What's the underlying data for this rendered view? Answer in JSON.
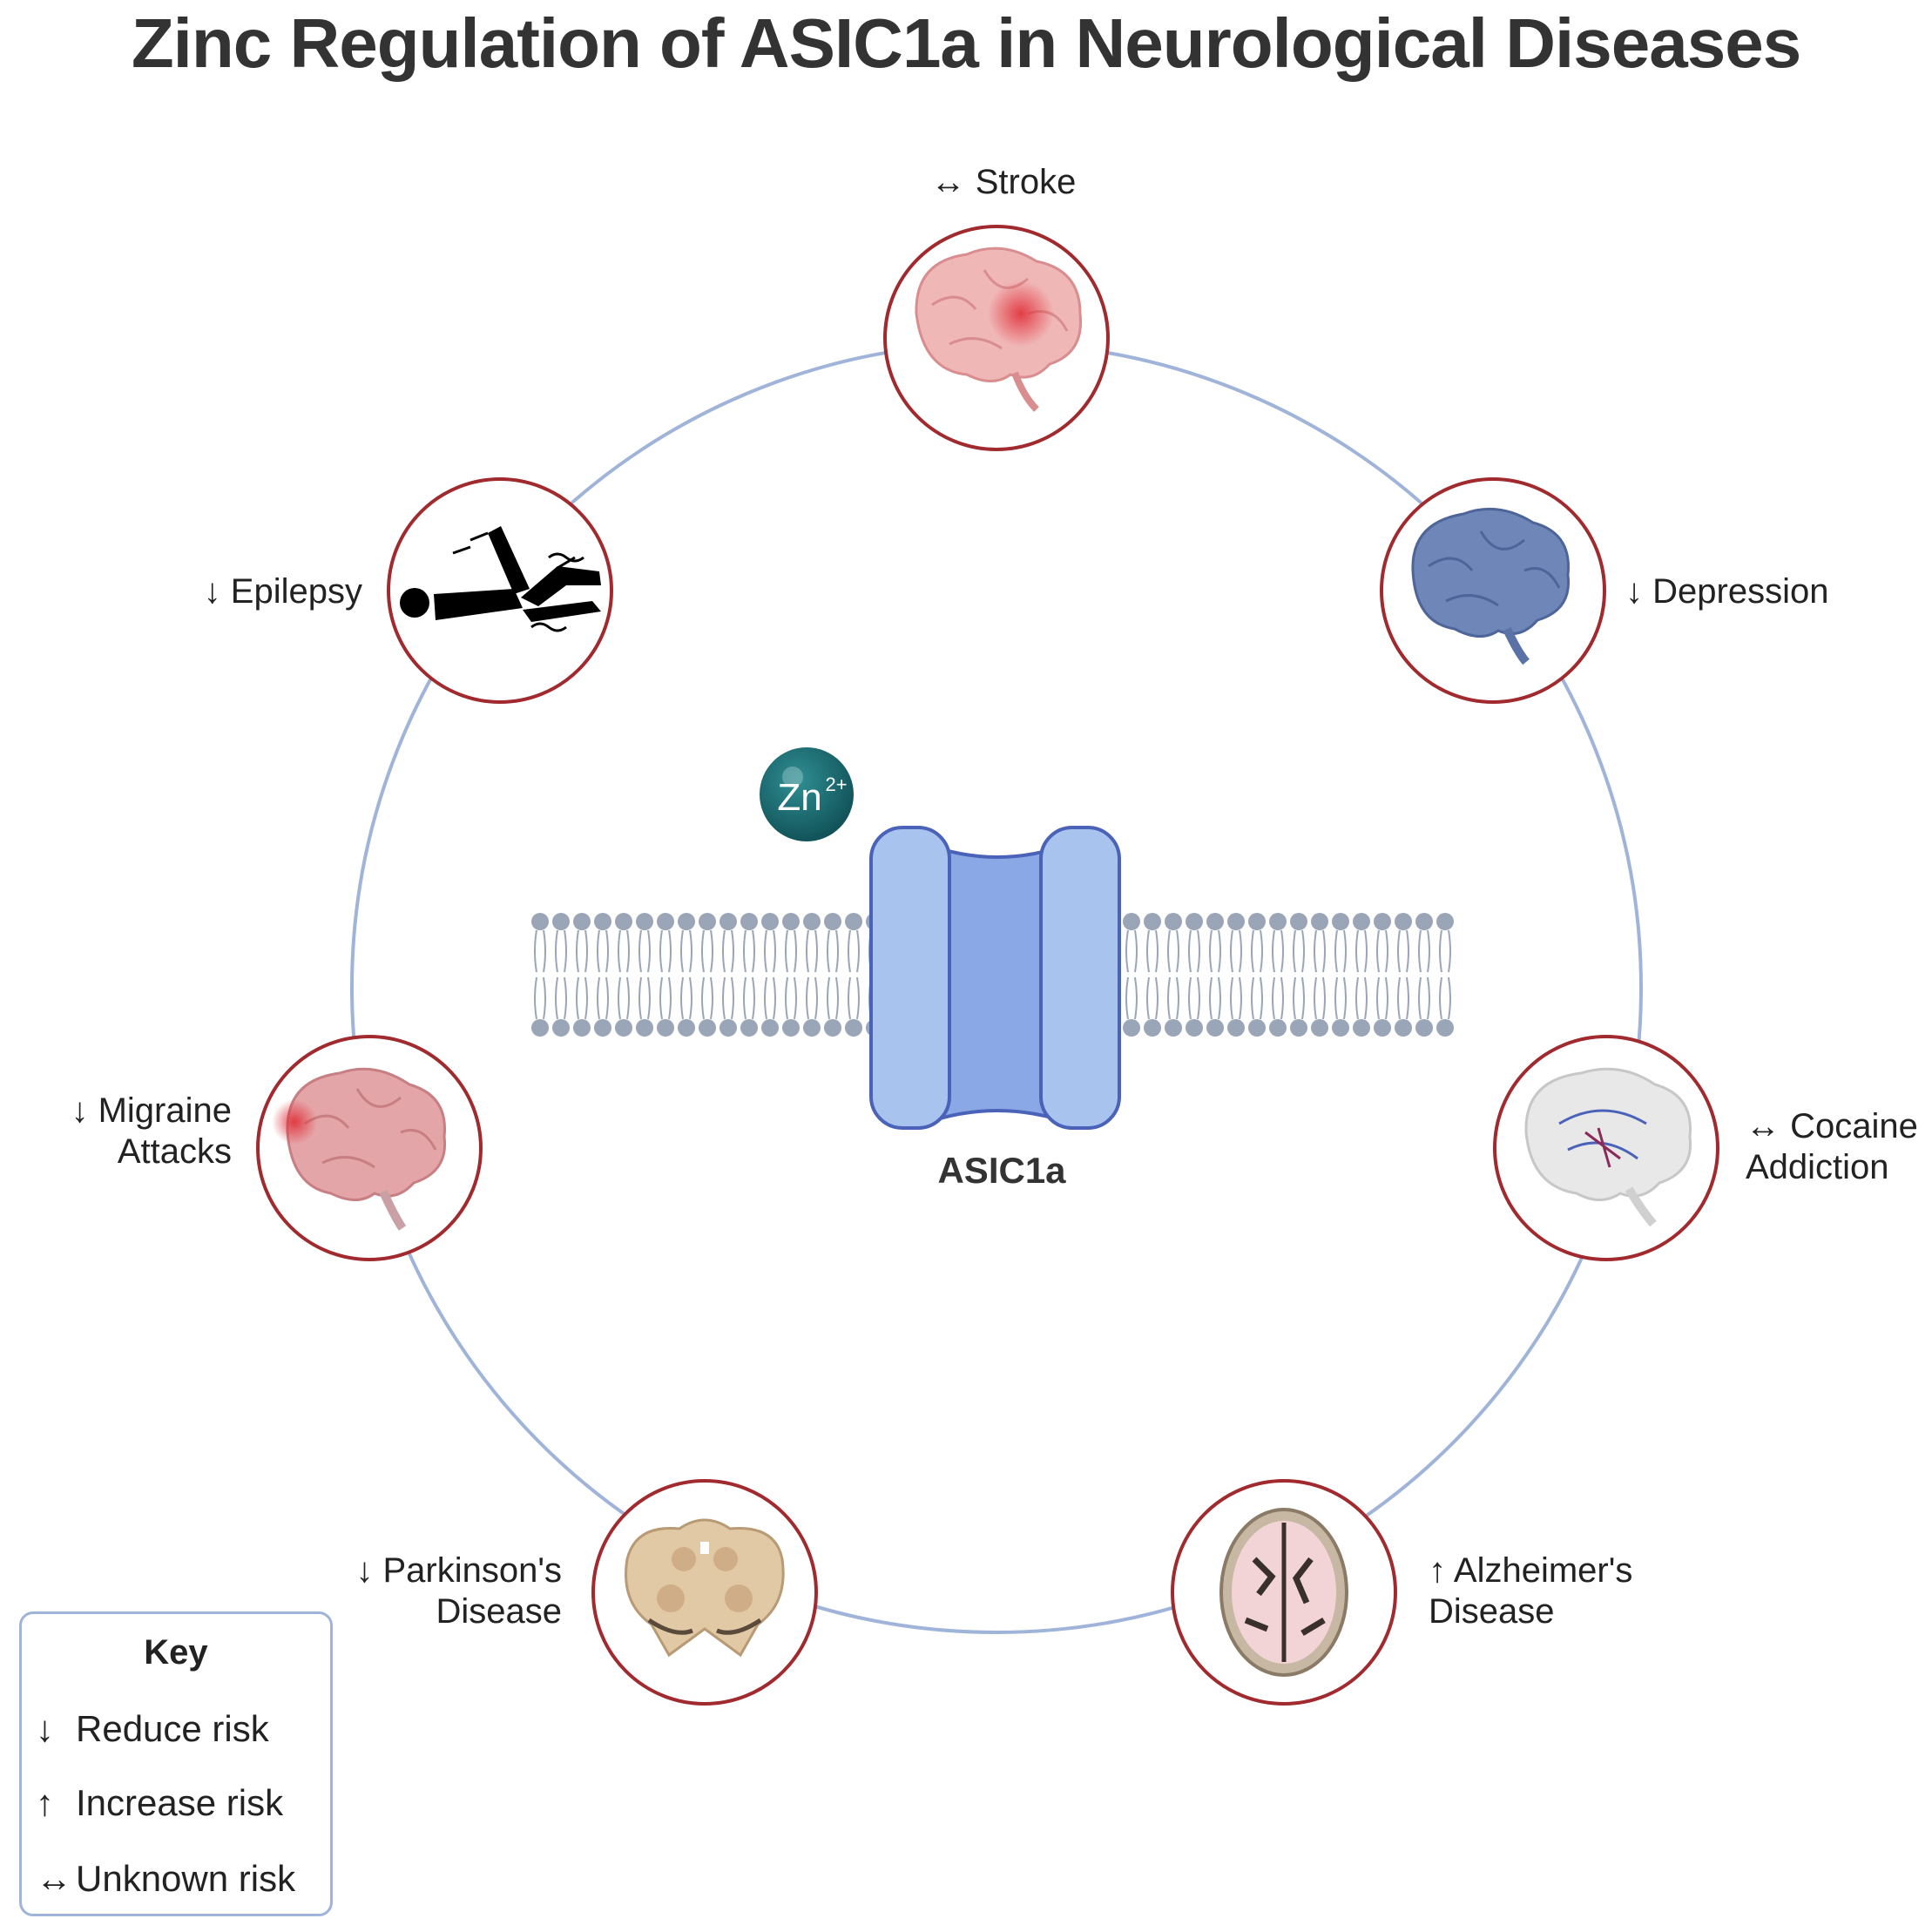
{
  "title": "Zinc Regulation of ASIC1a in Neurological Diseases",
  "center": {
    "channel_label": "ASIC1a",
    "ion_label": "Zn",
    "ion_charge": "2+"
  },
  "diseases": {
    "stroke": {
      "symbol": "↔",
      "lines": [
        "Stroke"
      ]
    },
    "depression": {
      "symbol": "↓",
      "lines": [
        "Depression"
      ]
    },
    "cocaine": {
      "symbol": "↔",
      "lines": [
        "Cocaine",
        "Addiction"
      ]
    },
    "alzheimers": {
      "symbol": "↑",
      "lines": [
        "Alzheimer's",
        "Disease"
      ]
    },
    "parkinsons": {
      "symbol": "↓",
      "lines": [
        "Parkinson's",
        "Disease"
      ]
    },
    "migraine": {
      "symbol": "↓",
      "lines": [
        "Migraine",
        "Attacks"
      ]
    },
    "epilepsy": {
      "symbol": "↓",
      "lines": [
        "Epilepsy"
      ]
    }
  },
  "key": {
    "title": "Key",
    "items": [
      {
        "symbol": "↓",
        "label": "Reduce risk"
      },
      {
        "symbol": "↑",
        "label": "Increase risk"
      },
      {
        "symbol": "↔",
        "label": "Unknown risk"
      }
    ]
  },
  "colors": {
    "ring": "#9fb4d8",
    "node_border": "#a02a2e",
    "membrane_head": "#9aa6b8",
    "channel_outer": "#a9c3ef",
    "channel_inner": "#8aa8e6",
    "channel_stroke": "#4a63b8",
    "zinc": "#1e6f74"
  }
}
